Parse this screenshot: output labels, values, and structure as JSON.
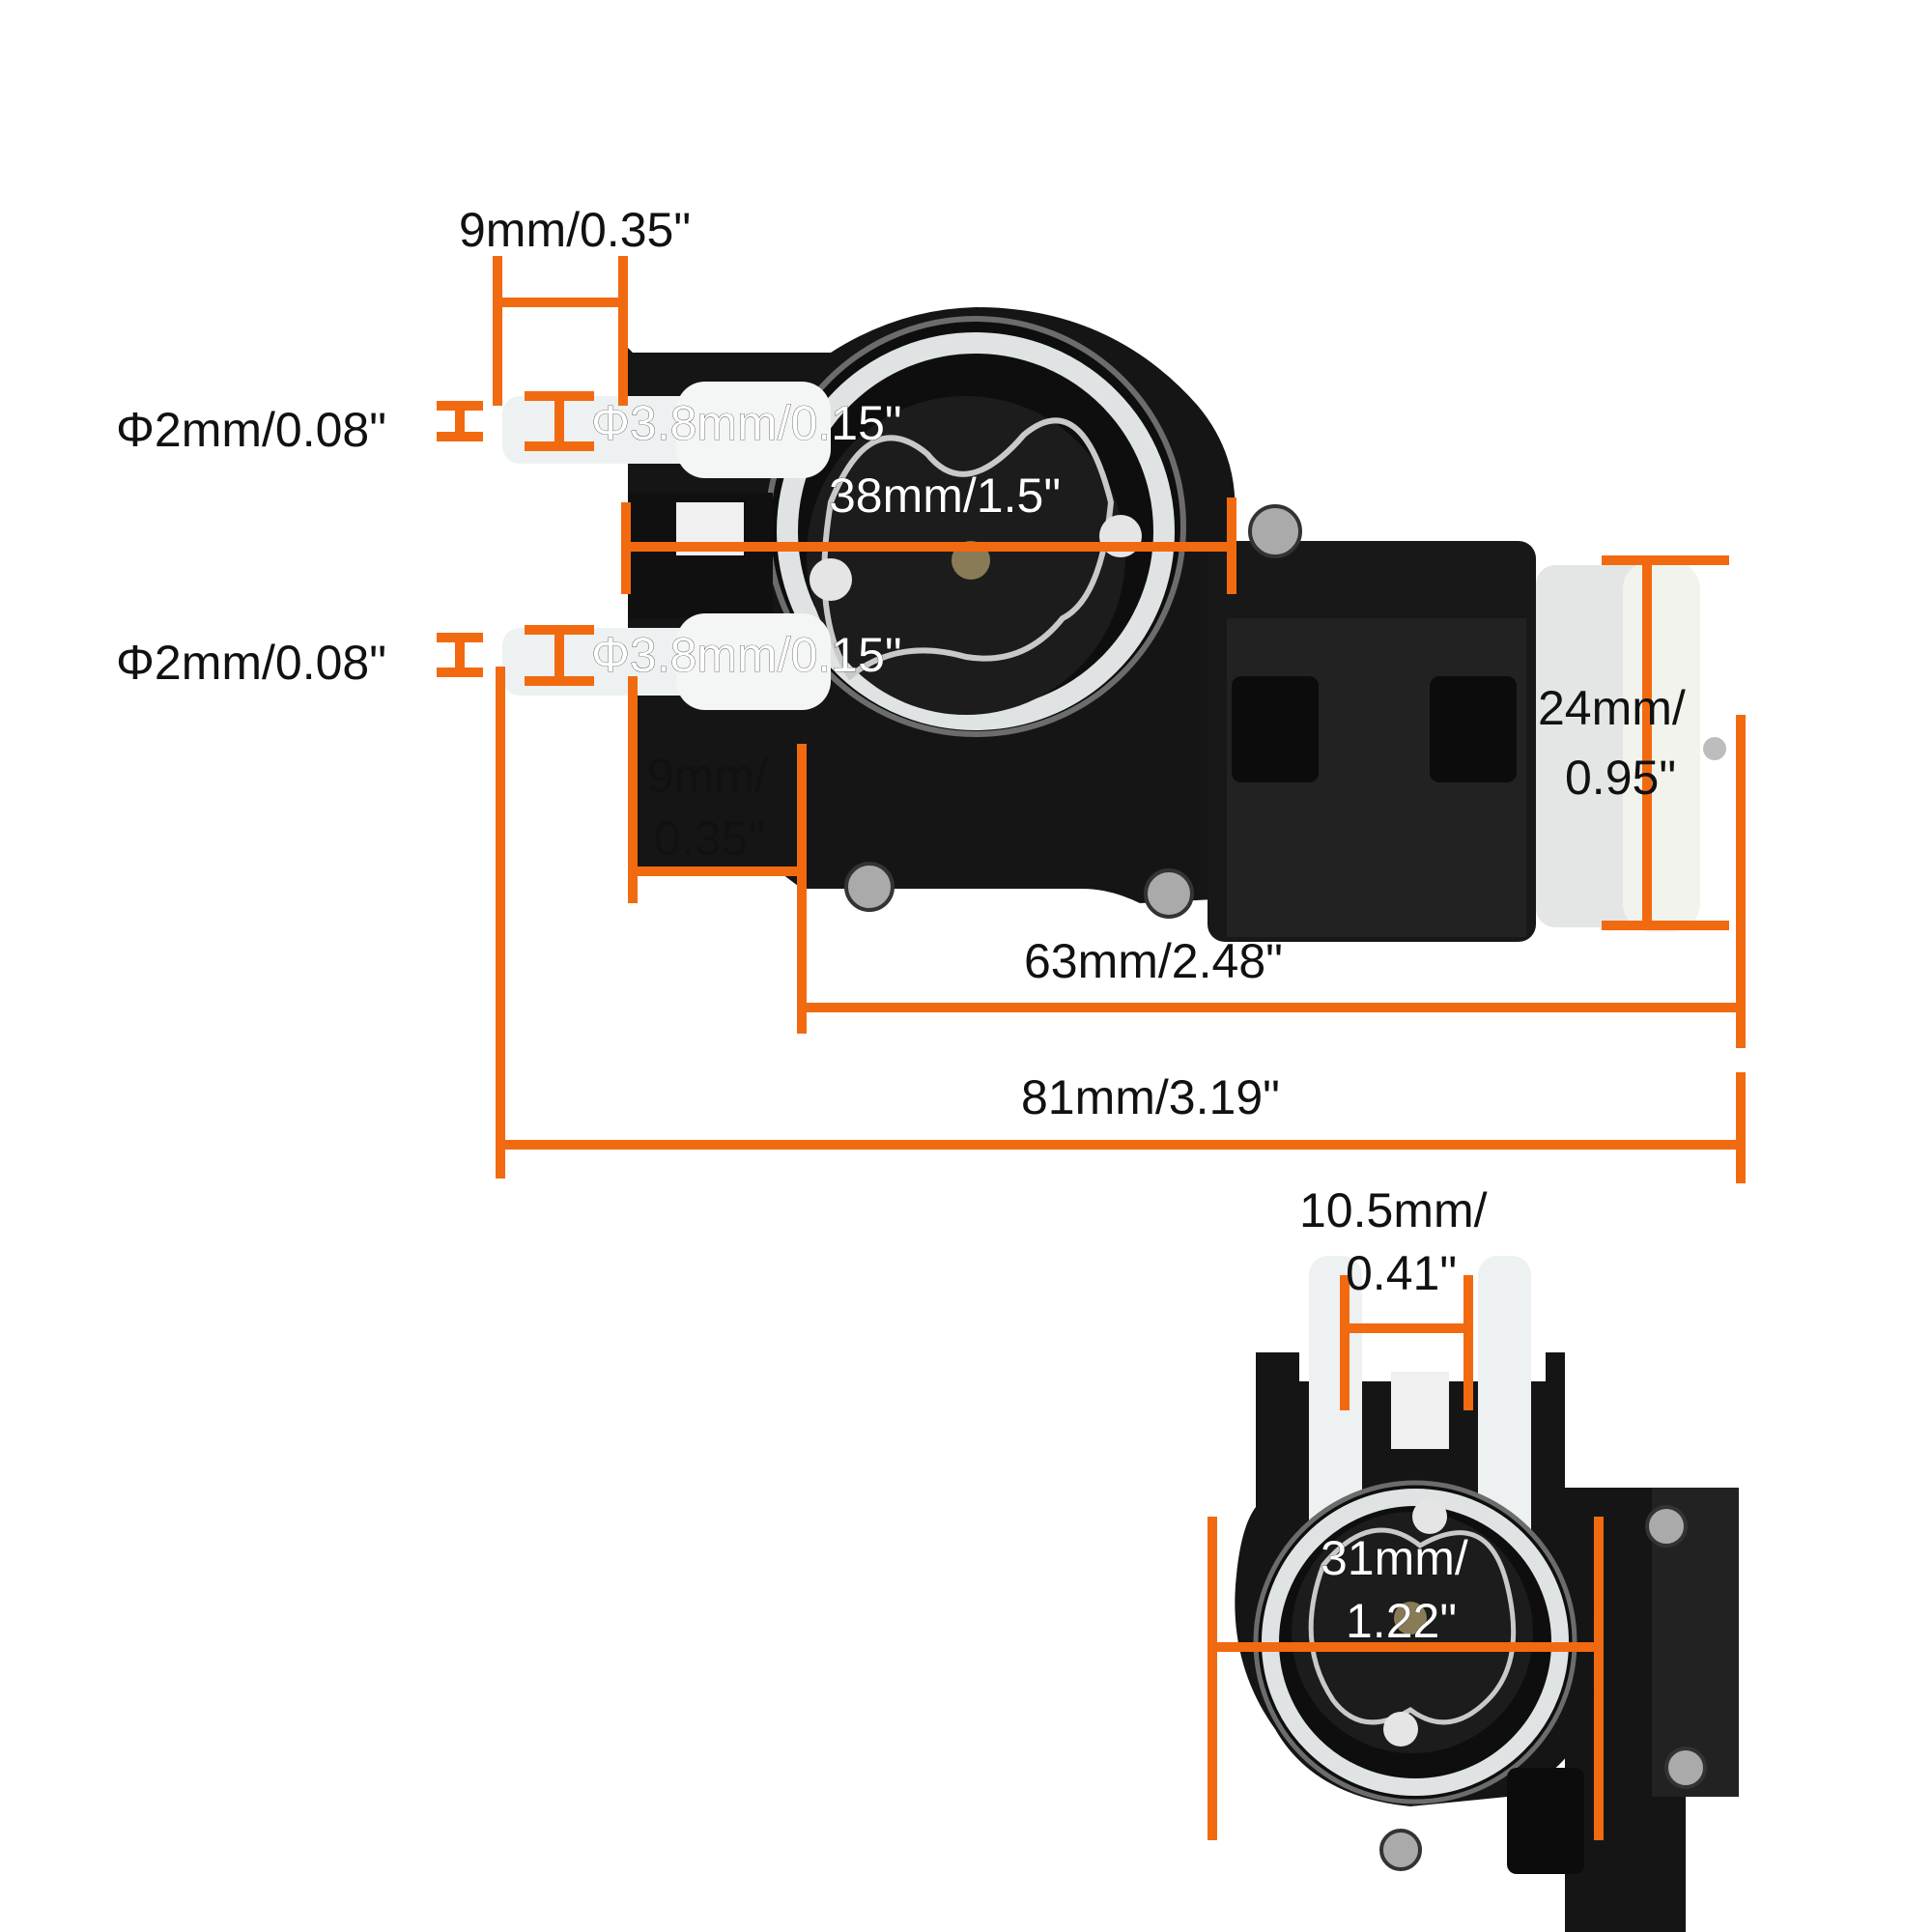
{
  "colors": {
    "dimension_line": "#f26a10",
    "pump_body": "#151515",
    "pump_shadow": "#2a2a2a",
    "tube": "#eef1f1",
    "motor_can": "#e4e6e6",
    "background": "#ffffff"
  },
  "dimensions": {
    "barb_spacing_top": "9mm/0.35\"",
    "inlet_outer_diameter_top": "Φ2mm/0.08\"",
    "tube_outer_diameter_top": "Φ3.8mm/0.15\"",
    "pump_head_width": "38mm/1.5\"",
    "inlet_outer_diameter_bottom": "Φ2mm/0.08\"",
    "tube_outer_diameter_bottom": "Φ3.8mm/0.15\"",
    "motor_diameter_line1": "24mm/",
    "motor_diameter_line2": "0.95\"",
    "barb_length_line1": "9mm/",
    "barb_length_line2": "0.35\"",
    "body_length": "63mm/2.48\"",
    "total_length": "81mm/3.19\"",
    "tube_spacing_line1": "10.5mm/",
    "tube_spacing_line2": "0.41\"",
    "head_diameter_line1": "31mm/",
    "head_diameter_line2": "1.22\""
  },
  "icons": {
    "side_view": "peristaltic-pump-side-view",
    "front_view": "peristaltic-pump-front-view"
  }
}
